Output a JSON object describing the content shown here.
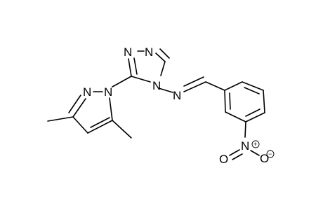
{
  "molecule": {
    "atoms": {
      "pyrazole_n2": "N",
      "pyrazole_n1": "N",
      "triazole_n1": "N",
      "triazole_n2": "N",
      "triazole_n4": "N",
      "imine_n": "N",
      "nitro_n": "N",
      "nitro_o_left": "O",
      "nitro_o_right": "O"
    },
    "charges": {
      "nitro_n_plus": "+",
      "nitro_o_minus": "−"
    }
  }
}
